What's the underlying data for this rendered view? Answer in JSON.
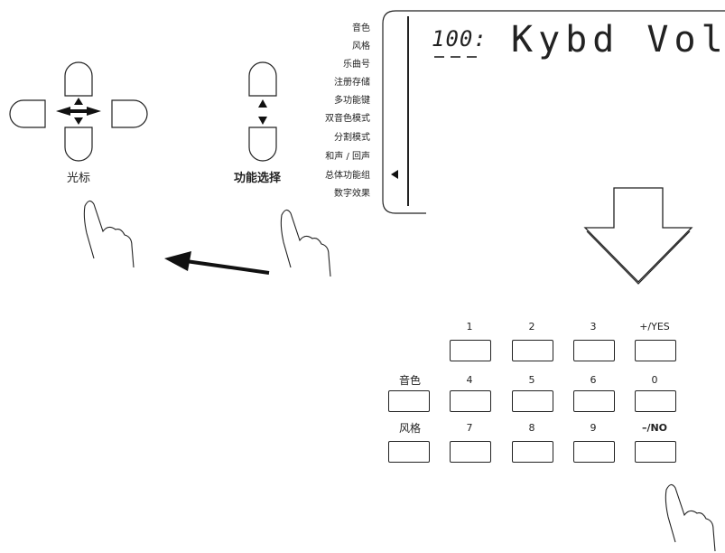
{
  "menu": {
    "items": [
      "音色",
      "风格",
      "乐曲号",
      "注册存储",
      "多功能键",
      "双音色模式",
      "分割模式",
      "和声 / 回声",
      "总体功能组",
      "数字效果"
    ]
  },
  "display": {
    "number": "100:",
    "text": "Kybd Vol"
  },
  "controls": {
    "cursor_label": "光标",
    "function_select_label": "功能选择"
  },
  "keypad": {
    "row1": [
      "1",
      "2",
      "3",
      "+/YES"
    ],
    "row2_label": "音色",
    "row2": [
      "4",
      "5",
      "6",
      "0"
    ],
    "row3_label": "风格",
    "row3": [
      "7",
      "8",
      "9",
      "–/NO"
    ]
  }
}
